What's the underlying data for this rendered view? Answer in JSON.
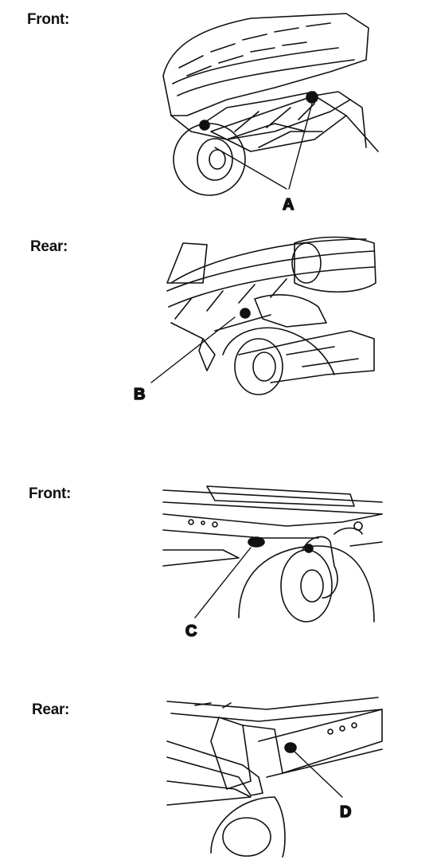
{
  "panels": [
    {
      "label": "Front:",
      "callout": "A"
    },
    {
      "label": "Rear:",
      "callout": "B"
    },
    {
      "label": "Front:",
      "callout": "C"
    },
    {
      "label": "Rear:",
      "callout": "D"
    }
  ],
  "colors": {
    "ink": "#111111",
    "paper": "#ffffff",
    "shade": "#222222"
  }
}
